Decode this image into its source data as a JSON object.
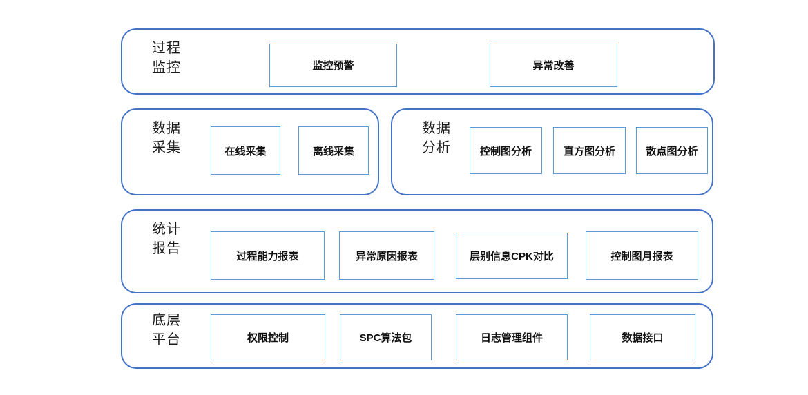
{
  "diagram": {
    "colors": {
      "section_border": "#4472C4",
      "box_border": "#5B9BD5",
      "text": "#111111",
      "background": "#FFFFFF"
    },
    "sections": [
      {
        "label": "过程监控",
        "boxes": [
          "监控预警",
          "异常改善"
        ]
      },
      {
        "label": "数据采集",
        "boxes": [
          "在线采集",
          "离线采集"
        ]
      },
      {
        "label": "数据分析",
        "boxes": [
          "控制图分析",
          "直方图分析",
          "散点图分析"
        ]
      },
      {
        "label": "统计报告",
        "boxes": [
          "过程能力报表",
          "异常原因报表",
          "层别信息CPK对比",
          "控制图月报表"
        ]
      },
      {
        "label": "底层平台",
        "boxes": [
          "权限控制",
          "SPC算法包",
          "日志管理组件",
          "数据接口"
        ]
      }
    ]
  }
}
